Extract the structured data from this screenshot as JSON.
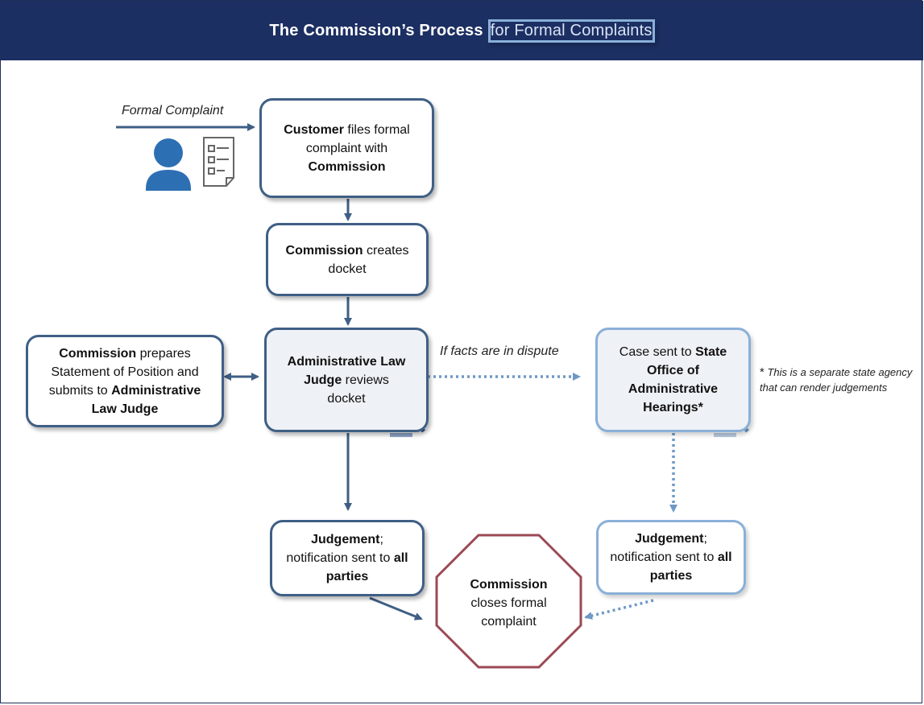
{
  "title": {
    "bold": "The Commission’s Process",
    "rest": "for Formal Complaints"
  },
  "labels": {
    "formal_complaint": "Formal Complaint",
    "facts_dispute": "If facts are in dispute"
  },
  "nodes": {
    "customer": {
      "b1": "Customer",
      "t1": " files formal complaint with ",
      "b2": "Commission"
    },
    "docket": {
      "b1": "Commission",
      "t1": " creates docket"
    },
    "alj": {
      "b1": "Administrative Law Judge",
      "t1": " reviews docket"
    },
    "statement": {
      "b1": "Commission",
      "t1": " prepares Statement of Position and submits to ",
      "b2": "Administrative Law Judge"
    },
    "soah": {
      "t1": "Case sent to ",
      "b1": "State Office of Administrative Hearings*"
    },
    "judgement_left": {
      "b1": "Judgement",
      "t1": "; notification sent to ",
      "b2": "all parties"
    },
    "judgement_right": {
      "b1": "Judgement",
      "t1": "; notification sent to ",
      "b2": "all parties"
    },
    "close": {
      "b1": "Commission",
      "t1": " closes formal complaint"
    }
  },
  "note": {
    "star": "*",
    "text": " This is a separate state agency that can render judgements"
  },
  "icons": [
    "person-icon",
    "document-form-icon",
    "gavel-icon",
    "gavel-icon"
  ],
  "colors": {
    "header": "#1c2f63",
    "dark_border": "#3f5f85",
    "light_border": "#8ab0d8",
    "octagon": "#9b4a55"
  }
}
